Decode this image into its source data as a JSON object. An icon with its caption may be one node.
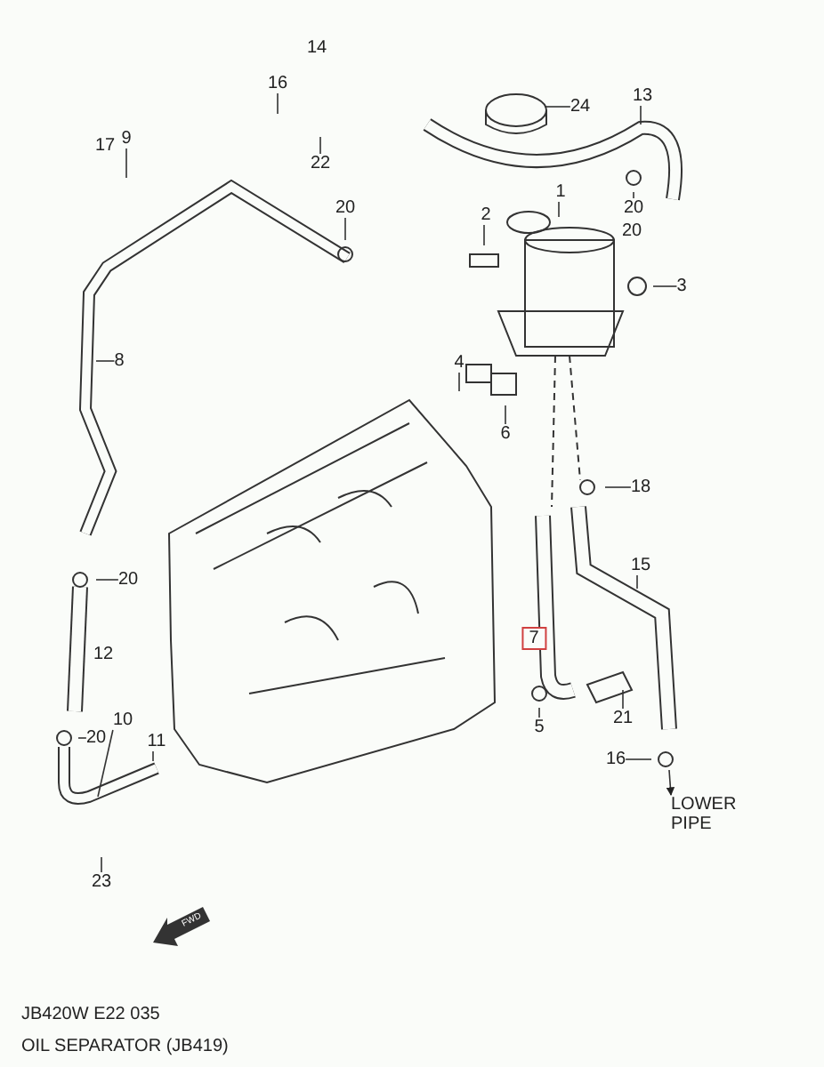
{
  "diagram": {
    "nodes": [
      {
        "text": [
          "16"
        ]
      },
      {
        "text": [
          "13"
        ]
      },
      {
        "text": [
          "24"
        ]
      },
      {
        "text": [
          "9"
        ]
      },
      {
        "text": [
          "22"
        ]
      },
      {
        "text": [
          "1"
        ]
      },
      {
        "text": [
          "20"
        ]
      },
      {
        "text": [
          "20"
        ]
      },
      {
        "text": [
          "2"
        ]
      },
      {
        "text": [
          "3"
        ]
      },
      {
        "text": [
          "8"
        ]
      },
      {
        "text": [
          "4"
        ]
      },
      {
        "text": [
          "6"
        ]
      },
      {
        "text": [
          "18"
        ]
      },
      {
        "text": [
          "15"
        ]
      },
      {
        "text": [
          "20"
        ]
      },
      {
        "text": [
          "7"
        ]
      },
      {
        "text": [
          "21"
        ]
      },
      {
        "text": [
          "10"
        ]
      },
      {
        "text": [
          "5"
        ]
      },
      {
        "text": [
          "20"
        ]
      },
      {
        "text": [
          "11"
        ]
      },
      {
        "text": [
          "16"
        ]
      },
      {
        "text": [
          "LOWER PIPE"
        ]
      },
      {
        "text": [
          "23"
        ]
      }
    ],
    "edges": [
      {
        "from": 0,
        "to": null,
        "arrow": "none"
      },
      {
        "from": 1,
        "to": null,
        "arrow": "none"
      },
      {
        "from": 2,
        "to": null,
        "arrow": "none"
      },
      {
        "from": 3,
        "to": null,
        "arrow": "none"
      },
      {
        "from": 4,
        "to": null,
        "arrow": "none"
      },
      {
        "from": 5,
        "to": null,
        "arrow": "none"
      },
      {
        "from": 6,
        "to": null,
        "arrow": "none"
      },
      {
        "from": 7,
        "to": null,
        "arrow": "none"
      },
      {
        "from": 8,
        "to": null,
        "arrow": "none"
      },
      {
        "from": 9,
        "to": null,
        "arrow": "none"
      },
      {
        "from": 10,
        "to": null,
        "arrow": "none"
      },
      {
        "from": 11,
        "to": null,
        "arrow": "none"
      },
      {
        "from": 12,
        "to": null,
        "arrow": "none"
      },
      {
        "from": 13,
        "to": null,
        "arrow": "none"
      },
      {
        "from": 14,
        "to": null,
        "arrow": "none"
      },
      {
        "from": 15,
        "to": null,
        "arrow": "none"
      },
      {
        "from": 17,
        "to": null,
        "arrow": "none"
      },
      {
        "from": 18,
        "to": null,
        "arrow": "none"
      },
      {
        "from": 19,
        "to": null,
        "arrow": "none"
      },
      {
        "from": 20,
        "to": null,
        "arrow": "none"
      },
      {
        "from": 21,
        "to": null,
        "arrow": "none"
      },
      {
        "from": 22,
        "to": null,
        "arrow": "none"
      },
      {
        "from": null,
        "to": 23,
        "arrow": "to"
      },
      {
        "from": 24,
        "to": null,
        "arrow": "none"
      }
    ],
    "labels": [
      "14",
      "17",
      "20",
      "12",
      "FWD",
      "JB420W E22 035",
      "OIL SEPARATOR (JB419)"
    ]
  }
}
